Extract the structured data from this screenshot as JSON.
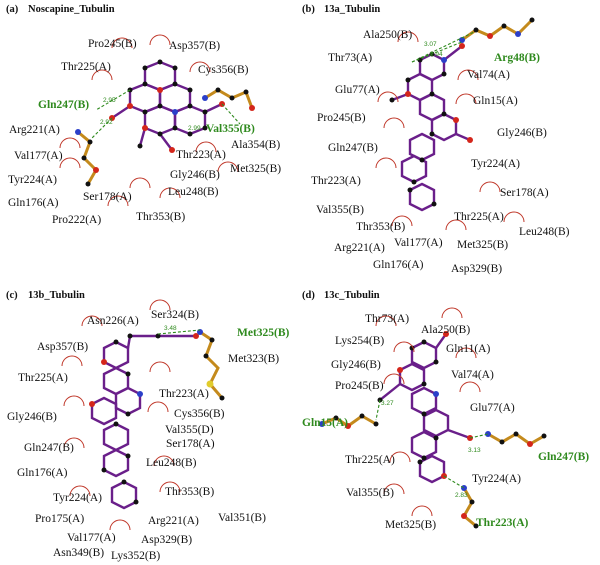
{
  "panels": [
    {
      "tag": "(a)",
      "title": "Noscapine_Tubulin",
      "labels": [
        {
          "text": "Pro245(B)"
        },
        {
          "text": "Asp357(B)"
        },
        {
          "text": "Thr225(A)"
        },
        {
          "text": "Cys356(B)"
        },
        {
          "text": "Gln247(B)",
          "hbond": true
        },
        {
          "text": "Val355(B)",
          "hbond": true
        },
        {
          "text": "Arg221(A)"
        },
        {
          "text": "Ala354(B)"
        },
        {
          "text": "Thr223(A)"
        },
        {
          "text": "Val177(A)"
        },
        {
          "text": "Met325(B)"
        },
        {
          "text": "Tyr224(A)"
        },
        {
          "text": "Gly246(B)"
        },
        {
          "text": "Leu248(B)"
        },
        {
          "text": "Gln176(A)"
        },
        {
          "text": "Ser178(A)"
        },
        {
          "text": "Thr353(B)"
        },
        {
          "text": "Pro222(A)"
        }
      ],
      "distances": [
        "2.95",
        "2.92",
        "2.99"
      ]
    },
    {
      "tag": "(b)",
      "title": "13a_Tubulin",
      "labels": [
        {
          "text": "Ala250(B)"
        },
        {
          "text": "Thr73(A)"
        },
        {
          "text": "Arg48(B)",
          "hbond": true
        },
        {
          "text": "Val74(A)"
        },
        {
          "text": "Glu77(A)"
        },
        {
          "text": "Gln15(A)"
        },
        {
          "text": "Pro245(B)"
        },
        {
          "text": "Gly246(B)"
        },
        {
          "text": "Gln247(B)"
        },
        {
          "text": "Tyr224(A)"
        },
        {
          "text": "Thr223(A)"
        },
        {
          "text": "Ser178(A)"
        },
        {
          "text": "Val355(B)"
        },
        {
          "text": "Thr225(A)"
        },
        {
          "text": "Thr353(B)"
        },
        {
          "text": "Leu248(B)"
        },
        {
          "text": "Arg221(A)"
        },
        {
          "text": "Val177(A)"
        },
        {
          "text": "Met325(B)"
        },
        {
          "text": "Gln176(A)"
        },
        {
          "text": "Asp329(B)"
        }
      ],
      "distances": [
        "3.07",
        "2.94"
      ]
    },
    {
      "tag": "(c)",
      "title": "13b_Tubulin",
      "labels": [
        {
          "text": "Asn226(A)"
        },
        {
          "text": "Ser324(B)"
        },
        {
          "text": "Met325(B)",
          "hbond": true
        },
        {
          "text": "Asp357(B)"
        },
        {
          "text": "Met323(B)"
        },
        {
          "text": "Thr225(A)"
        },
        {
          "text": "Thr223(A)"
        },
        {
          "text": "Gly246(B)"
        },
        {
          "text": "Cys356(B)"
        },
        {
          "text": "Val355(D)"
        },
        {
          "text": "Gln247(B)"
        },
        {
          "text": "Ser178(A)"
        },
        {
          "text": "Gln176(A)"
        },
        {
          "text": "Leu248(B)"
        },
        {
          "text": "Tyr224(A)"
        },
        {
          "text": "Thr353(B)"
        },
        {
          "text": "Pro175(A)"
        },
        {
          "text": "Arg221(A)"
        },
        {
          "text": "Val351(B)"
        },
        {
          "text": "Val177(A)"
        },
        {
          "text": "Asp329(B)"
        },
        {
          "text": "Asn349(B)"
        },
        {
          "text": "Lys352(B)"
        }
      ],
      "distances": [
        "3.48"
      ]
    },
    {
      "tag": "(d)",
      "title": "13c_Tubulin",
      "labels": [
        {
          "text": "Thr73(A)"
        },
        {
          "text": "Lys254(B)"
        },
        {
          "text": "Ala250(B)"
        },
        {
          "text": "Gly246(B)"
        },
        {
          "text": "Gln11(A)"
        },
        {
          "text": "Pro245(B)"
        },
        {
          "text": "Val74(A)"
        },
        {
          "text": "Glu77(A)"
        },
        {
          "text": "Gln15(A)",
          "hbond": true
        },
        {
          "text": "Gln247(B)",
          "hbond": true
        },
        {
          "text": "Thr225(A)"
        },
        {
          "text": "Tyr224(A)"
        },
        {
          "text": "Val355(B)"
        },
        {
          "text": "Met325(B)"
        },
        {
          "text": "Thr223(A)",
          "hbond": true
        }
      ],
      "distances": [
        "3.27",
        "3.13",
        "2.83"
      ]
    }
  ],
  "colors": {
    "hbond_label": "#2f8a1e",
    "hydrophobic_arc": "#c0392b",
    "ligand_bond": "#6a1f8a",
    "residue_bond": "#c48a1c",
    "nitrogen": "#2b3fc9",
    "oxygen": "#d4261b",
    "sulfur": "#e1cc2c",
    "carbon": "#111111"
  }
}
